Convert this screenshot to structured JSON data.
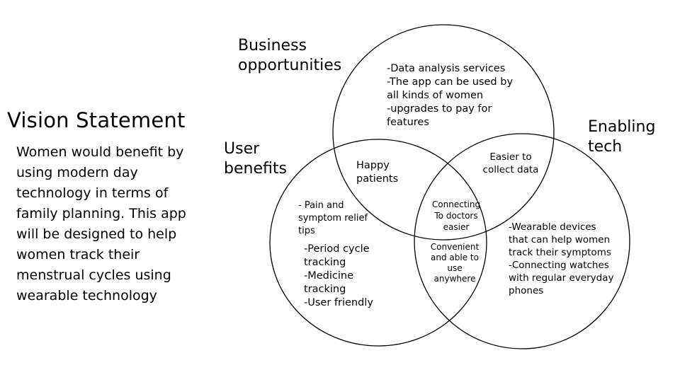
{
  "vision": {
    "title": "Vision Statement",
    "lines": [
      "Women would benefit by",
      "using modern day",
      "technology in terms of",
      "family planning. This app",
      "will be designed to help",
      "women track their",
      "menstrual cycles using",
      "wearable technology"
    ]
  },
  "circles": {
    "business": {
      "label_lines": [
        "Business",
        "opportunities"
      ]
    },
    "user": {
      "label_lines": [
        "User",
        "benefits"
      ]
    },
    "tech": {
      "label_lines": [
        "Enabling",
        "tech"
      ]
    }
  },
  "regions": {
    "business_only": [
      "-Data analysis services",
      "-The app can be used by",
      "all kinds of women",
      "-upgrades to pay for",
      "features"
    ],
    "user_business": [
      "Happy",
      "patients"
    ],
    "business_tech": [
      "Easier to",
      "collect data"
    ],
    "center": [
      "Connecting",
      "To doctors",
      "easier"
    ],
    "user_tech": [
      "Convenient",
      "and able to",
      "use",
      "anywhere"
    ],
    "user_only_a": [
      "- Pain and",
      "symptom relief",
      "tips"
    ],
    "user_only_b": [
      "-Period cycle",
      "tracking",
      "-Medicine",
      "tracking",
      "-User friendly"
    ],
    "tech_only": [
      "-Wearable devices",
      "that can help women",
      "track their symptoms",
      "-Connecting watches",
      "with regular everyday",
      "phones"
    ]
  }
}
